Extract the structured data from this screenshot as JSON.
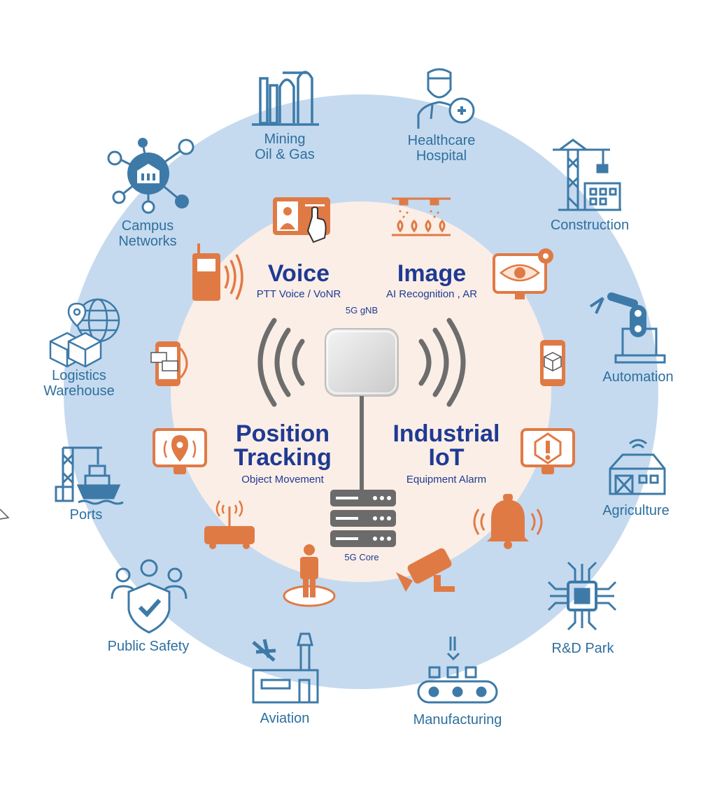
{
  "colors": {
    "outer_ring": "#c5daef",
    "inner_circle": "#fbeee6",
    "icon_blue": "#3d7aa8",
    "icon_orange": "#e07a45",
    "text_blue": "#2e6f9e",
    "text_navy": "#1f3a93"
  },
  "industries": {
    "mining": {
      "line1": "Mining",
      "line2": "Oil & Gas",
      "icon": "refinery-icon"
    },
    "healthcare": {
      "line1": "Healthcare",
      "line2": "Hospital",
      "icon": "doctor-icon"
    },
    "construction": {
      "label": "Construction",
      "icon": "crane-icon"
    },
    "automation": {
      "label": "Automation",
      "icon": "robot-arm-icon"
    },
    "agriculture": {
      "label": "Agriculture",
      "icon": "barn-icon"
    },
    "rnd": {
      "label": "R&D Park",
      "icon": "chip-icon"
    },
    "manufacturing": {
      "label": "Manufacturing",
      "icon": "conveyor-icon"
    },
    "aviation": {
      "label": "Aviation",
      "icon": "airport-icon"
    },
    "public_safety": {
      "label": "Public Safety",
      "icon": "shield-people-icon"
    },
    "ports": {
      "label": "Ports",
      "icon": "port-crane-ship-icon"
    },
    "logistics": {
      "line1": "Logistics",
      "line2": "Warehouse",
      "icon": "globe-boxes-icon"
    },
    "campus": {
      "line1": "Campus",
      "line2": "Networks",
      "icon": "network-hub-icon"
    }
  },
  "use_cases": {
    "voice": {
      "title": "Voice",
      "subtitle": "PTT Voice / VoNR"
    },
    "image": {
      "title": "Image",
      "subtitle": "AI Recognition , AR"
    },
    "position": {
      "title1": "Position",
      "title2": "Tracking",
      "subtitle": "Object Movement"
    },
    "iot": {
      "title1": "Industrial",
      "title2": "IoT",
      "subtitle": "Equipment Alarm"
    }
  },
  "center": {
    "gnb_label": "5G gNB",
    "core_label": "5G Core"
  }
}
